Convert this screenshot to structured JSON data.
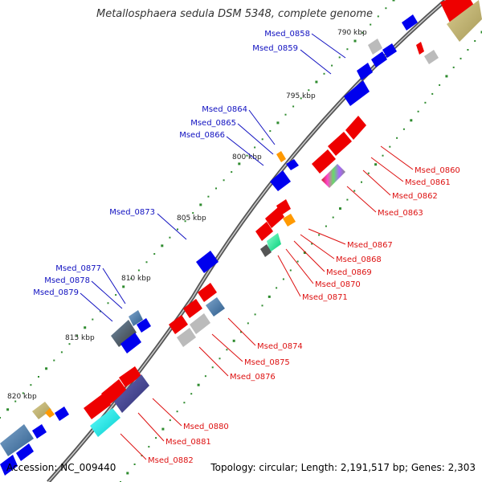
{
  "title": "Metallosphaera sedula DSM 5348, complete genome",
  "footer": {
    "accession": "Accession: NC_009440",
    "summary": "Topology: circular; Length: 2,191,517 bp; Genes: 2,303"
  },
  "colors": {
    "forward": "#0000ee",
    "reverse": "#ee0000",
    "backbone": "#888888",
    "ticks": "#2e8b2e",
    "forward_label": "#1010c0",
    "reverse_label": "#dd1111"
  },
  "scale_labels": [
    "790 kbp",
    "795 kbp",
    "800 kbp",
    "805 kbp",
    "810 kbp",
    "815 kbp",
    "820 kbp"
  ],
  "forward_labels": [
    "Msed_0858",
    "Msed_0859",
    "Msed_0864",
    "Msed_0865",
    "Msed_0866",
    "Msed_0873",
    "Msed_0877",
    "Msed_0878",
    "Msed_0879"
  ],
  "reverse_labels": [
    "Msed_0860",
    "Msed_0861",
    "Msed_0862",
    "Msed_0863",
    "Msed_0867",
    "Msed_0868",
    "Msed_0869",
    "Msed_0870",
    "Msed_0871",
    "Msed_0874",
    "Msed_0875",
    "Msed_0876",
    "Msed_0880",
    "Msed_0881",
    "Msed_0882"
  ]
}
